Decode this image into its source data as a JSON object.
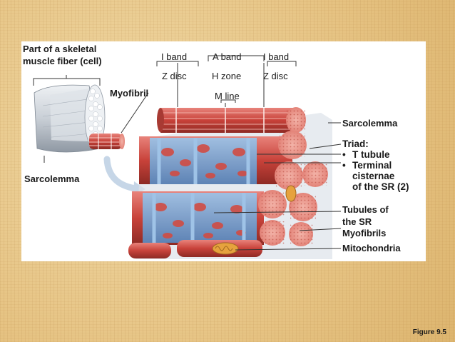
{
  "figure": {
    "number_label": "Figure 9.5"
  },
  "labels": {
    "part_of_fiber_line1": "Part of a skeletal",
    "part_of_fiber_line2": "muscle fiber (cell)",
    "i_band_left": "I band",
    "a_band": "A band",
    "i_band_right": "I band",
    "z_disc_left": "Z disc",
    "h_zone": "H zone",
    "z_disc_right": "Z disc",
    "m_line": "M line",
    "myofibril": "Myofibril",
    "sarcolemma_right": "Sarcolemma",
    "sarcolemma_left": "Sarcolemma",
    "triad": "Triad:",
    "t_tubule": "T tubule",
    "terminal_cisternae_line1": "Terminal",
    "terminal_cisternae_line2": "cisternae",
    "terminal_cisternae_line3": "of the SR (2)",
    "tubules_sr_line1": "Tubules of",
    "tubules_sr_line2": "the SR",
    "myofibrils": "Myofibrils",
    "mitochondria": "Mitochondria"
  },
  "colors": {
    "muscle_red": "#c8423a",
    "muscle_pink": "#e48b84",
    "sr_blue": "#6f9fd1",
    "fiber_gray": "#c9cfd6",
    "leader_line": "#333333"
  }
}
